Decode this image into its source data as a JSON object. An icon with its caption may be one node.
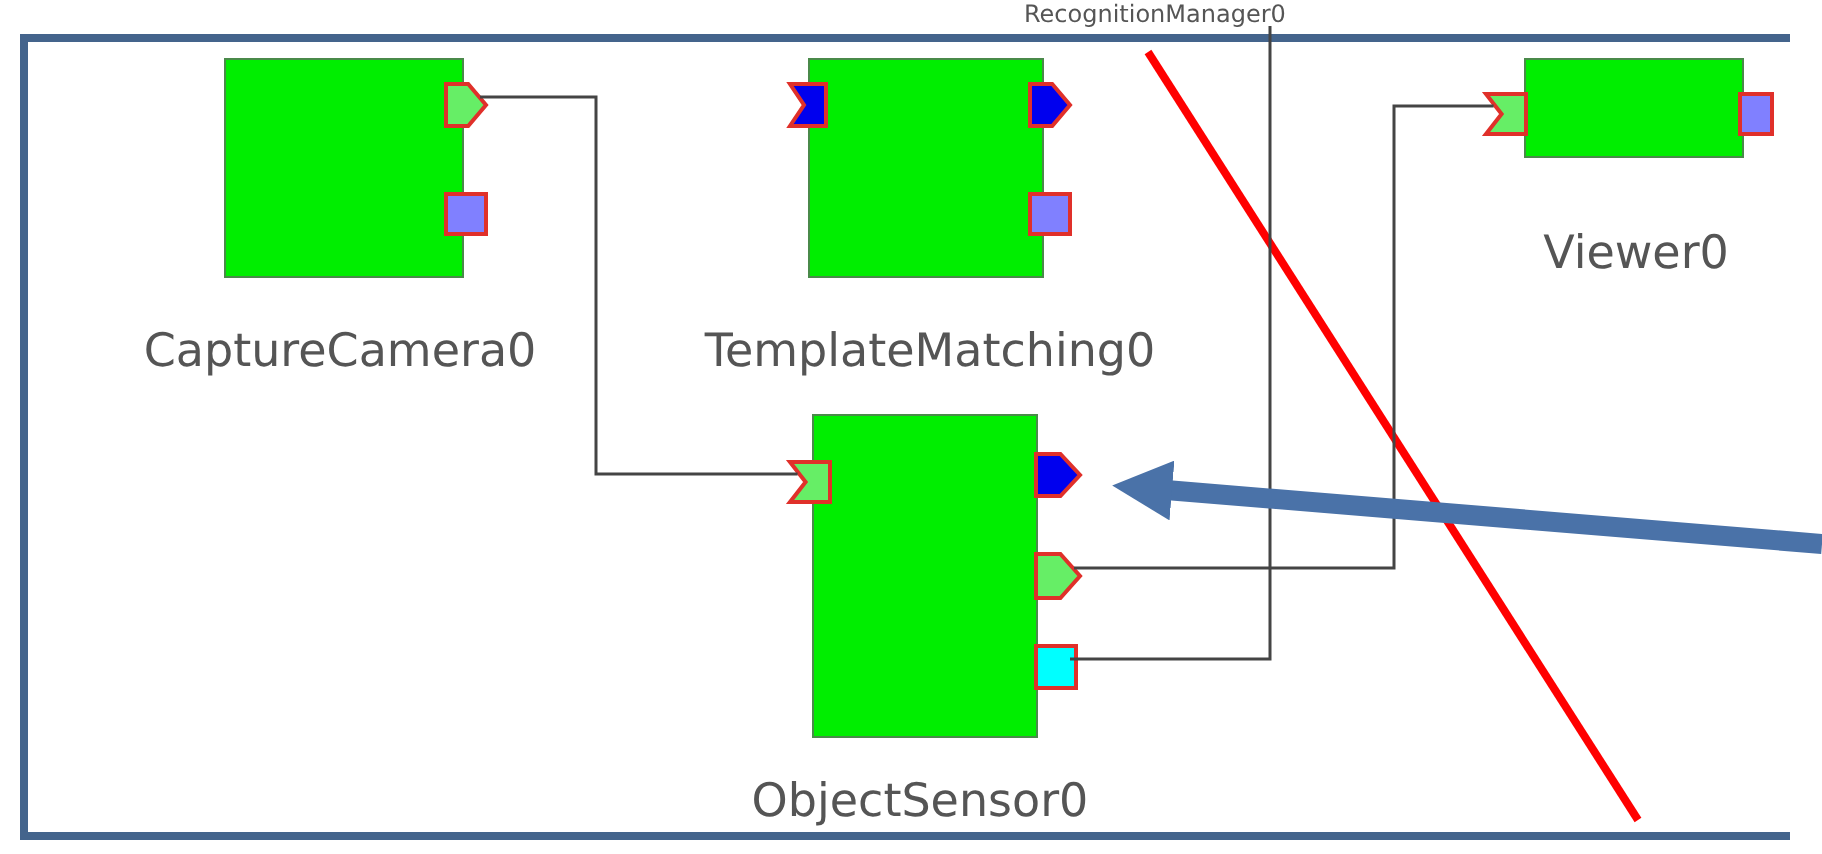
{
  "diagram": {
    "nodes": [
      {
        "text": [],
        "shape": "box"
      },
      {
        "text": [
          "CaptureCamera0"
        ],
        "in": 0
      },
      {
        "text": [],
        "shape": "pentagon",
        "in": 0
      },
      {
        "text": [],
        "shape": "square",
        "in": 0
      },
      {
        "text": [
          "TemplateMatching0"
        ],
        "in": 0
      },
      {
        "text": [],
        "shape": "chevron",
        "in": 0
      },
      {
        "text": [],
        "shape": "pentagon",
        "in": 0
      },
      {
        "text": [],
        "shape": "square",
        "in": 0
      },
      {
        "text": [
          "ObjectSensor0"
        ],
        "in": 0
      },
      {
        "text": [],
        "shape": "chevron",
        "in": 0
      },
      {
        "text": [],
        "shape": "pentagon",
        "in": 0
      },
      {
        "text": [],
        "shape": "pentagon",
        "in": 0
      },
      {
        "text": [],
        "shape": "square",
        "in": 0
      },
      {
        "text": [
          "Viewer0"
        ],
        "in": 0
      },
      {
        "text": [],
        "shape": "chevron",
        "in": 0
      },
      {
        "text": [],
        "shape": "square",
        "in": 0
      },
      {
        "text": [
          "RecognitionManager0"
        ]
      }
    ],
    "edges": [
      {
        "from": 2,
        "to": 9,
        "arrow": "none"
      },
      {
        "from": 11,
        "to": 14,
        "arrow": "none"
      },
      {
        "from": 12,
        "to": 16,
        "arrow": "none"
      },
      {
        "from": null,
        "to": 10,
        "arrow": "to",
        "style": "thick",
        "color": "#4a72a8"
      }
    ]
  }
}
